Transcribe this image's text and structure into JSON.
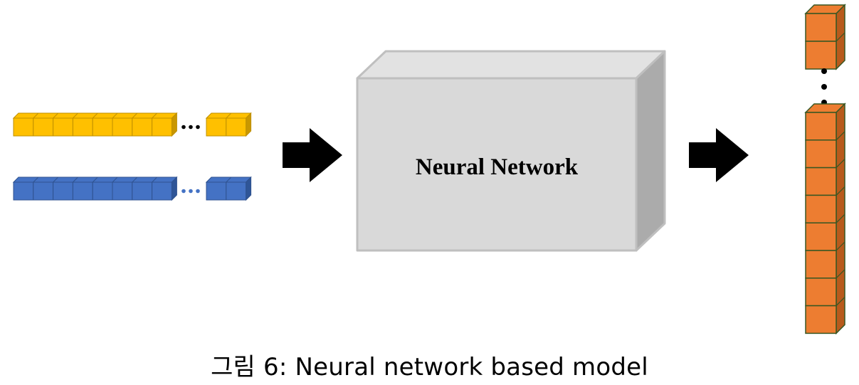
{
  "diagram": {
    "network_label": "Neural Network",
    "input_rows": [
      {
        "color": "#FFC000",
        "side_color": "#C99700",
        "stroke": "#BF9000",
        "leading_cells": 8,
        "trailing_cells": 2,
        "dots_color": "#000000"
      },
      {
        "color": "#4472C4",
        "side_color": "#2F5597",
        "stroke": "#2F528F",
        "leading_cells": 8,
        "trailing_cells": 2,
        "dots_color": "#4472C4"
      }
    ],
    "output_column": {
      "color": "#ED7D31",
      "side_color": "#B85A1C",
      "stroke": "#385723",
      "top_cells": 2,
      "bottom_cells": 8
    },
    "box_colors": {
      "front": "#D9D9D9",
      "top": "#E2E2E2",
      "side": "#ABABAB",
      "stroke": "#BFBFBF"
    },
    "arrow_color": "#000000"
  },
  "caption": "그림 6: Neural network based model"
}
